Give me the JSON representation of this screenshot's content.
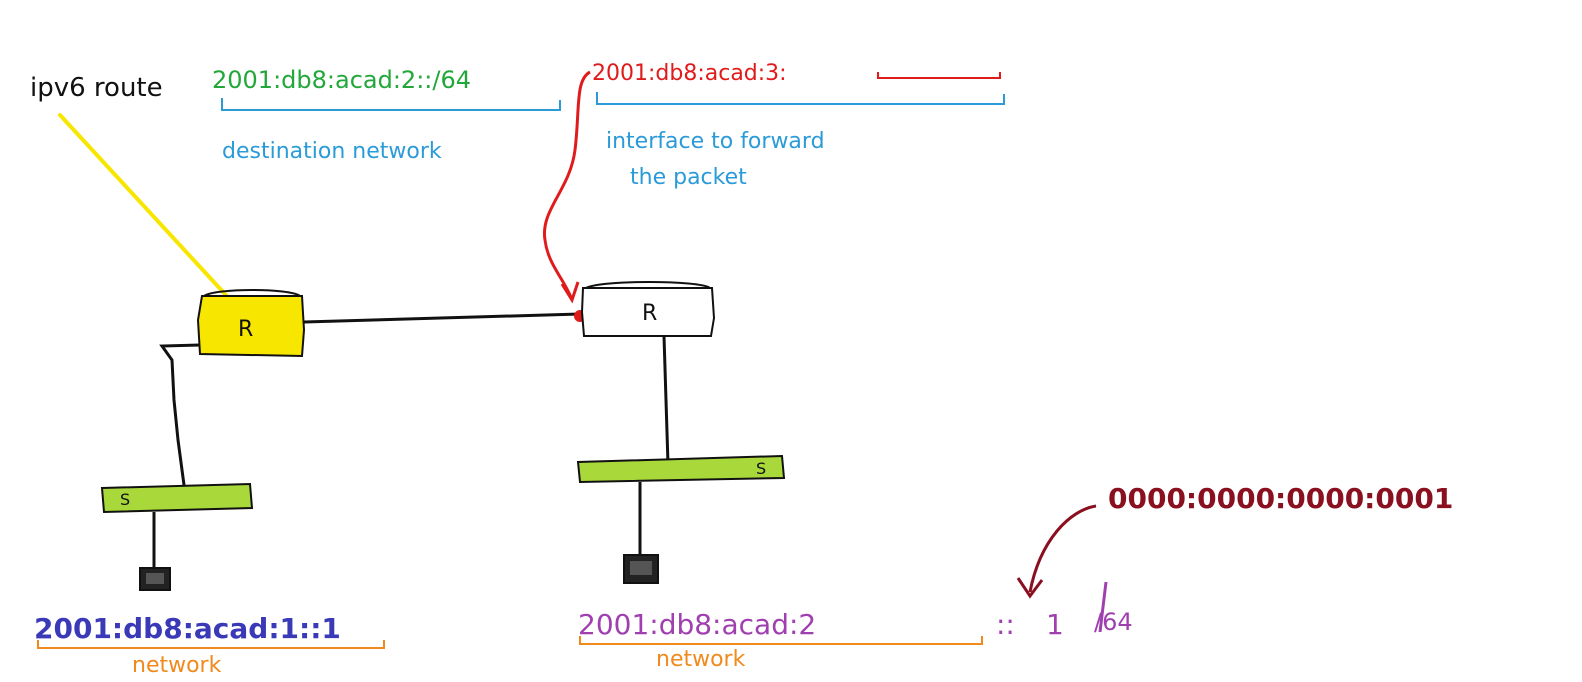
{
  "colors": {
    "black": "#111111",
    "yellow": "#f7e600",
    "green": "#22a83a",
    "blue": "#2a9bd8",
    "red": "#e01b1b",
    "switch_green": "#a8d83a",
    "navy": "#3a3ab8",
    "purple": "#a040b0",
    "orange": "#f08a1c",
    "maroon": "#8a1020"
  },
  "annotations": {
    "ipv6_route": "ipv6 route",
    "destination_prefix": "2001:db8:acad:2::/64",
    "exit_interface": "2001:db8:acad:3:",
    "destination_network": "destination network",
    "interface_line1": "interface to forward",
    "interface_line2": "the packet"
  },
  "routers": {
    "left": {
      "label": "R"
    },
    "right": {
      "label": "R"
    }
  },
  "switches": {
    "left": {
      "label": "S"
    },
    "right": {
      "label": "S"
    }
  },
  "addresses": {
    "left_address": "2001:db8:acad:1::1",
    "left_network_label": "network",
    "right_address_prefix": "2001:db8:acad:2",
    "right_address_colons": "::",
    "right_address_host": "1",
    "right_address_mask": "/64",
    "right_network_label": "network",
    "expanded_interface_id": "0000:0000:0000:0001"
  }
}
